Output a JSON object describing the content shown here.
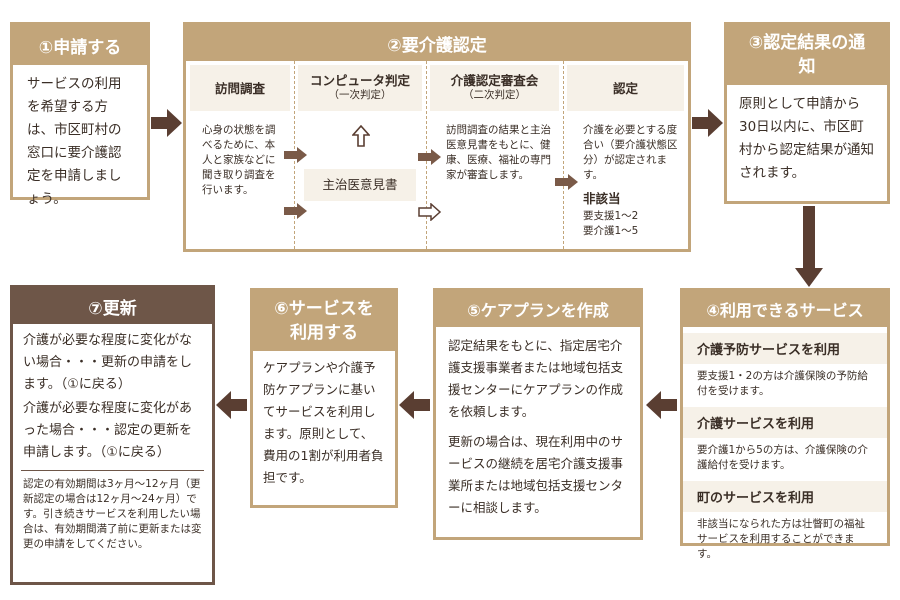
{
  "step1": {
    "title": "①申請する",
    "text": "サービスの利用を希望する方は、市区町村の窓口に要介護認定を申請しましょう。"
  },
  "step2": {
    "title": "②要介護認定",
    "col1": {
      "title": "訪問調査",
      "text": "心身の状態を調べるために、本人と家族などに聞き取り調査を行います。"
    },
    "col2": {
      "title": "コンピュータ判定",
      "sub": "（一次判定）",
      "box": "主治医意見書"
    },
    "col3": {
      "title": "介護認定審査会",
      "sub": "（二次判定）",
      "text": "訪問調査の結果と主治医意見書をもとに、健康、医療、福祉の専門家が審査します。"
    },
    "col4": {
      "title": "認定",
      "text": "介護を必要とする度合い（要介護状態区分）が認定されます。",
      "hi": "非該当",
      "l1": "要支援1〜2",
      "l2": "要介護1〜5"
    }
  },
  "step3": {
    "title": "③認定結果の通知",
    "text": "原則として申請から30日以内に、市区町村から認定結果が通知されます。"
  },
  "step4": {
    "title": "④利用できるサービス",
    "items": [
      {
        "title": "介護予防サービスを利用",
        "text": "要支援1・2の方は介護保険の予防給付を受けます。"
      },
      {
        "title": "介護サービスを利用",
        "text": "要介護1から5の方は、介護保険の介護給付を受けます。"
      },
      {
        "title": "町のサービスを利用",
        "text": "非該当になられた方は壮瞥町の福祉サービスを利用することができます。"
      }
    ]
  },
  "step5": {
    "title": "⑤ケアプランを作成",
    "text1": "認定結果をもとに、指定居宅介護支援事業者または地域包括支援センターにケアプランの作成を依頼します。",
    "text2": "更新の場合は、現在利用中のサービスの継続を居宅介護支援事業所または地域包括支援センターに相談します。"
  },
  "step6": {
    "title": "⑥サービスを利用する",
    "text": "ケアプランや介護予防ケアプランに基いてサービスを利用します。原則として、費用の1割が利用者負担です。"
  },
  "step7": {
    "title": "⑦更新",
    "text1": "介護が必要な程度に変化がない場合・・・更新の申請をします。（①に戻る）",
    "text2": "介護が必要な程度に変化があった場合・・・認定の更新を申請します。（①に戻る）",
    "note": "認定の有効期間は3ヶ月〜12ヶ月（更新認定の場合は12ヶ月〜24ヶ月）です。引き続きサービスを利用したい場合は、有効期間満了前に更新または変更の申請をしてください。"
  },
  "colors": {
    "tan": "#c2a57a",
    "dark": "#6e5648",
    "arrow": "#5a3e32",
    "panel": "#f6f1e8"
  }
}
